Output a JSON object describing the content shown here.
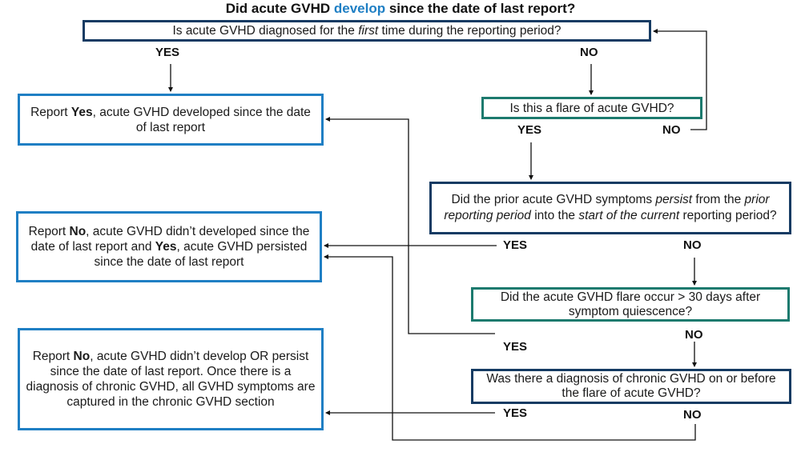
{
  "title": {
    "prefix": "Did acute GVHD ",
    "accent": "develop",
    "suffix": " since the date of last report?",
    "accent_color": "#1f7fc4"
  },
  "colors": {
    "navy_border": "#153b63",
    "teal_border": "#1c7a6e",
    "blue_border": "#1f7fc4",
    "line": "#111111"
  },
  "questions": {
    "q1": {
      "pre": "Is acute GVHD diagnosed for the ",
      "em": "first",
      "post": " time during the reporting period?"
    },
    "q2": {
      "text": "Is this a flare of acute GVHD?"
    },
    "q3": {
      "pre": "Did the prior acute GVHD symptoms ",
      "em1": "persist",
      "mid1": " from the ",
      "em2": "prior reporting period",
      "mid2": " into the ",
      "em3": "start of the current",
      "post": " reporting period?"
    },
    "q4": {
      "text": "Did the acute GVHD flare occur > 30 days after symptom quiescence?"
    },
    "q5": {
      "text": "Was there a diagnosis of chronic GVHD on or before the flare of acute GVHD?"
    }
  },
  "outcomes": {
    "o1": {
      "pre": "Report ",
      "bold": "Yes",
      "post": ", acute GVHD developed since the date of last report"
    },
    "o2": {
      "pre": "Report ",
      "bold1": "No",
      "mid": ", acute GVHD didn’t developed since the date of last report and ",
      "bold2": "Yes",
      "post": ", acute GVHD persisted since the date of last report"
    },
    "o3": {
      "pre": "Report ",
      "bold": "No",
      "post": ", acute GVHD didn’t develop OR persist since the date of last report. Once there is a diagnosis of chronic GVHD, all GVHD symptoms are captured in the chronic GVHD section"
    }
  },
  "labels": {
    "q1_yes": "YES",
    "q1_no": "NO",
    "q2_yes": "YES",
    "q2_no": "NO",
    "q3_yes": "YES",
    "q3_no": "NO",
    "q4_yes": "YES",
    "q4_no": "NO",
    "q5_yes": "YES",
    "q5_no": "NO"
  }
}
